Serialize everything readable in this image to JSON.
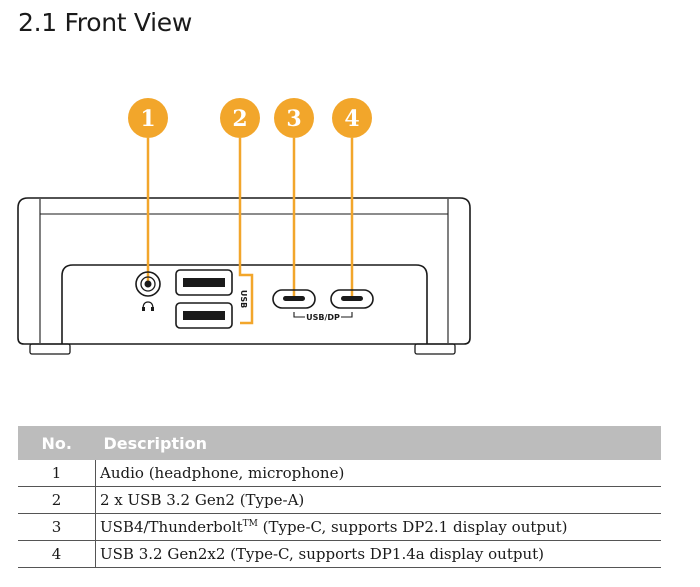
{
  "section_title": "2.1  Front View",
  "figure": {
    "callouts": [
      "1",
      "2",
      "3",
      "4"
    ],
    "labels": {
      "usb": "USB",
      "usb_dp": "USB/DP"
    },
    "colors": {
      "callout": "#f2a62b",
      "stroke": "#1a1a1a",
      "leader": "#f2a62b"
    }
  },
  "table": {
    "headers": {
      "no": "No.",
      "description": "Description"
    },
    "rows": [
      {
        "no": "1",
        "desc": "Audio (headphone, microphone)"
      },
      {
        "no": "2",
        "desc": "2 x USB 3.2 Gen2 (Type-A)"
      },
      {
        "no": "3",
        "desc": "USB4/Thunderbolt",
        "sup": "TM",
        "desc_tail": " (Type-C, supports DP2.1 display output)"
      },
      {
        "no": "4",
        "desc": "USB 3.2 Gen2x2 (Type-C, supports DP1.4a display output)"
      }
    ]
  }
}
